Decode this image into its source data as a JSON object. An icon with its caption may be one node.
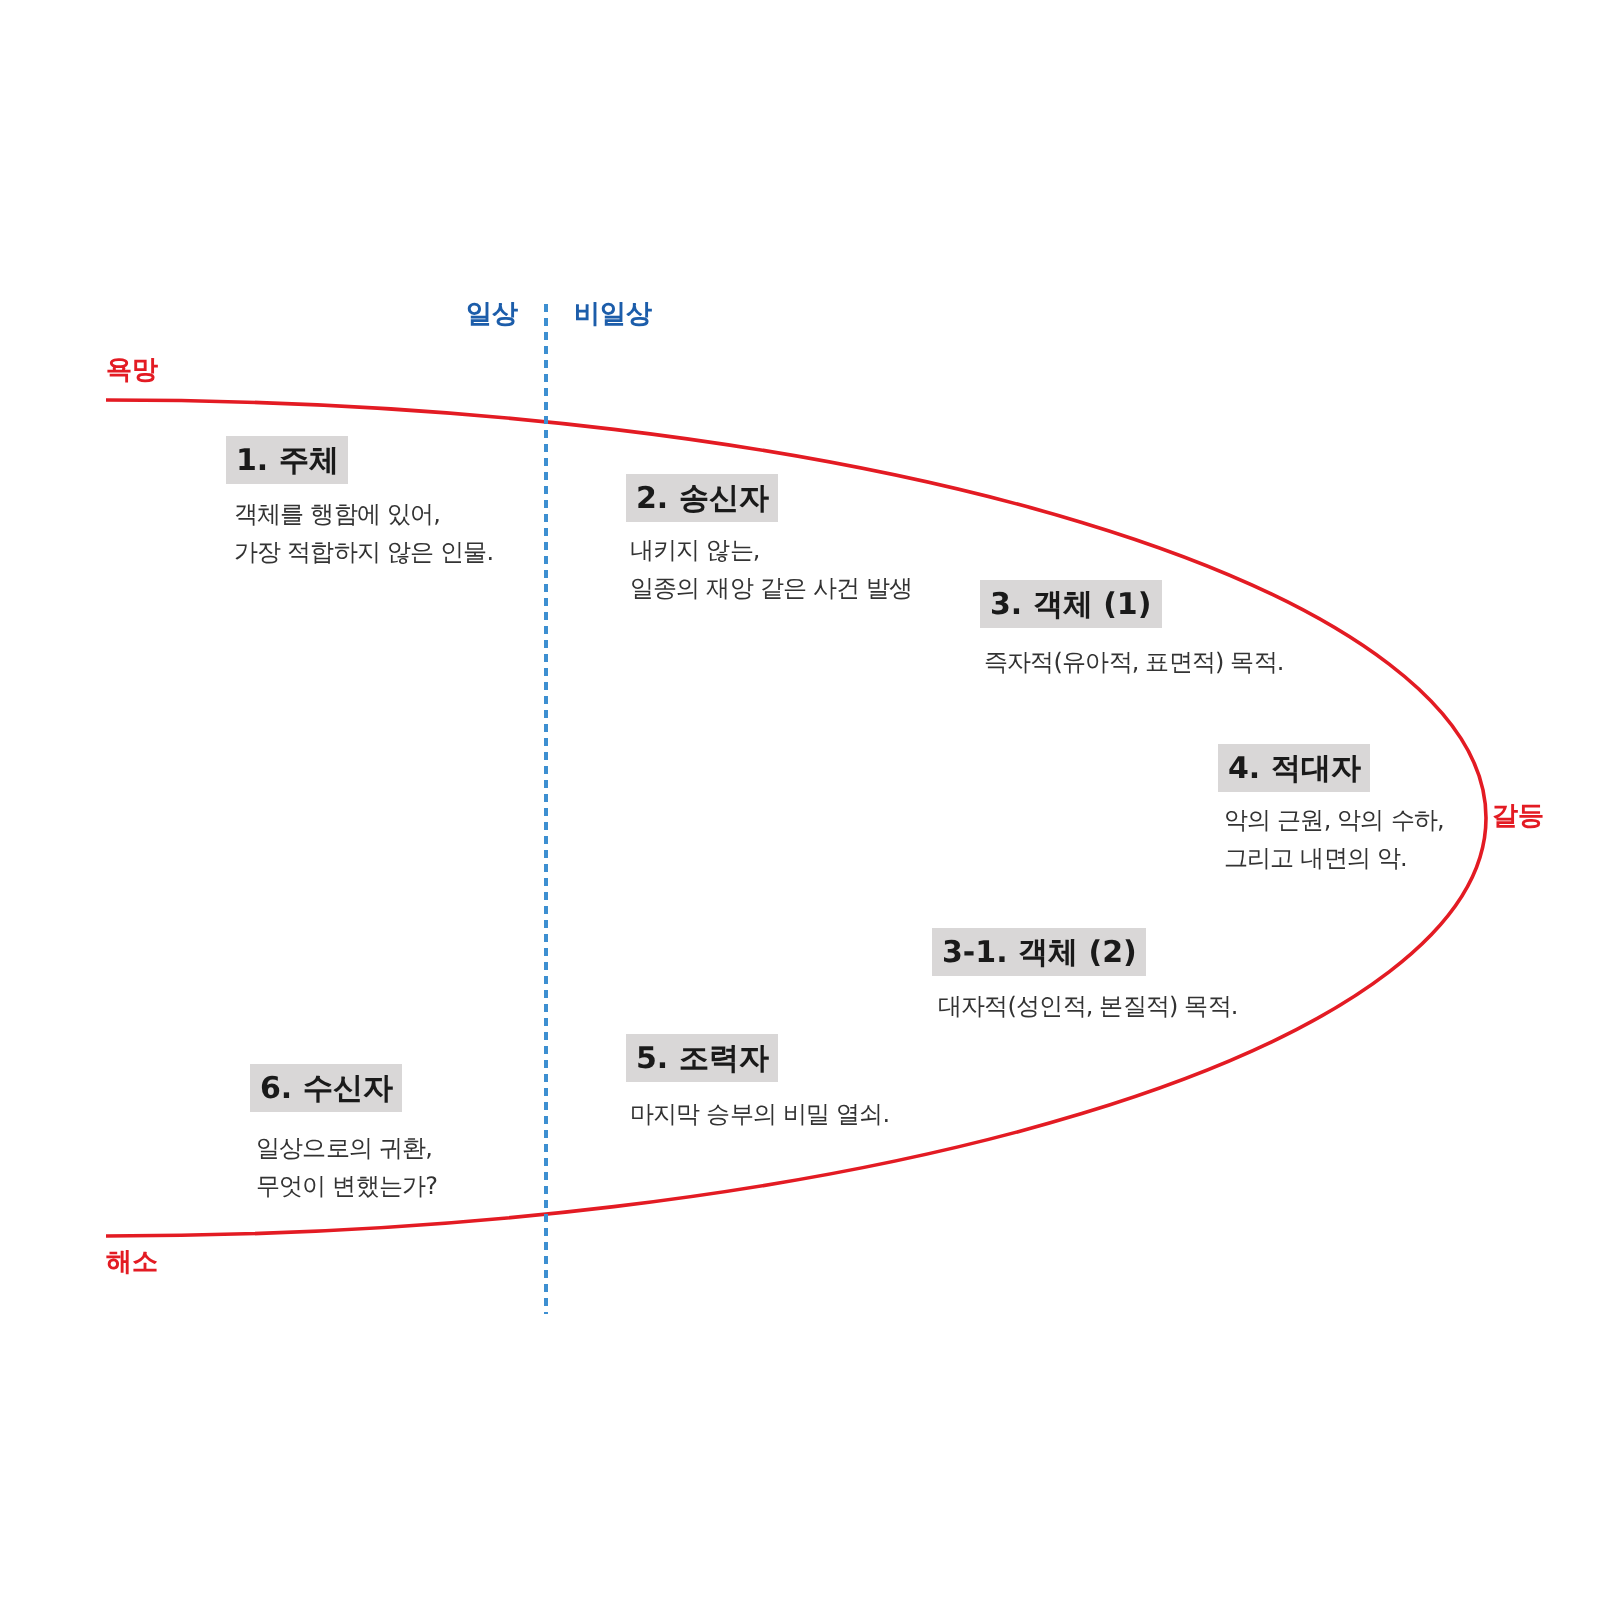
{
  "diagram": {
    "nodes": [
      {
        "text": [
          "1. 주체"
        ],
        "beside": [
          "객체를 행함에 있어, 가장 적합하지 않은 인물."
        ]
      },
      {
        "text": [
          "2. 송신자"
        ],
        "beside": [
          "내키지 않는, 일종의 재앙 같은 사건 발생"
        ]
      },
      {
        "text": [
          "3. 객체 (1)"
        ],
        "beside": [
          "즉자적(유아적, 표면적) 목적."
        ]
      },
      {
        "text": [
          "4. 적대자"
        ],
        "beside": [
          "악의 근원, 악의 수하, 그리고 내면의 악."
        ]
      },
      {
        "text": [
          "3-1. 객체 (2)"
        ],
        "beside": [
          "대자적(성인적, 본질적) 목적."
        ]
      },
      {
        "text": [
          "5. 조력자"
        ],
        "beside": [
          "마지막 승부의 비밀 열쇠."
        ]
      },
      {
        "text": [
          "6. 수신자"
        ],
        "beside": [
          "일상으로의 귀환, 무엇이 변했는가?"
        ]
      }
    ],
    "labels": [
      "일상",
      "비일상",
      "욕망",
      "갈등",
      "해소"
    ]
  }
}
